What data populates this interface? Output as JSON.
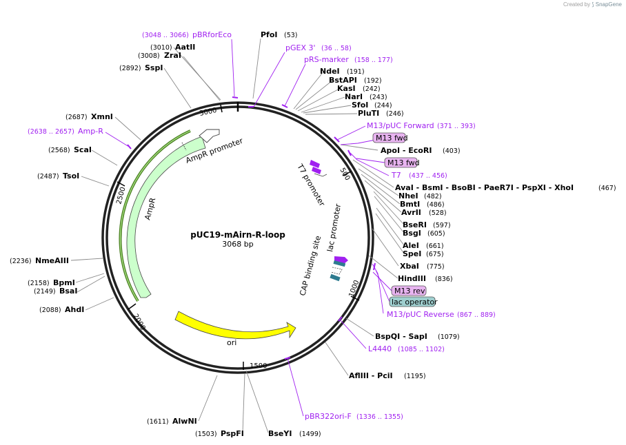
{
  "credit": {
    "prefix": "Created by",
    "brand": "SnapGene"
  },
  "plasmid": {
    "name": "pUC19-mAirn-R-loop",
    "length": "3068 bp"
  },
  "ticks": [
    "500",
    "1000",
    "1500",
    "2000",
    "2500",
    "3000"
  ],
  "features": {
    "ampr": "AmpR",
    "ampr_promoter": "AmpR promoter",
    "ori": "ori",
    "t7_promoter": "T7 promoter",
    "lac_promoter": "lac promoter",
    "cap_site": "CAP binding site"
  },
  "right_enzymes": [
    {
      "name": "PfoI",
      "pos": "(53)"
    },
    {
      "name": "NdeI",
      "pos": "(191)"
    },
    {
      "name": "BstAPI",
      "pos": "(192)"
    },
    {
      "name": "KasI",
      "pos": "(242)"
    },
    {
      "name": "NarI",
      "pos": "(243)"
    },
    {
      "name": "SfoI",
      "pos": "(244)"
    },
    {
      "name": "PluTI",
      "pos": "(246)"
    },
    {
      "name": "ApoI - EcoRI",
      "pos": "(403)"
    },
    {
      "name": "AvaI - BsmI - BsoBI - PaeR7I - PspXI - XhoI",
      "pos": "(467)"
    },
    {
      "name": "NheI",
      "pos": "(482)"
    },
    {
      "name": "BmtI",
      "pos": "(486)"
    },
    {
      "name": "AvrII",
      "pos": "(528)"
    },
    {
      "name": "BseRI",
      "pos": "(597)"
    },
    {
      "name": "BsgI",
      "pos": "(605)"
    },
    {
      "name": "AleI",
      "pos": "(661)"
    },
    {
      "name": "SpeI",
      "pos": "(675)"
    },
    {
      "name": "XbaI",
      "pos": "(775)"
    },
    {
      "name": "HindIII",
      "pos": "(836)"
    },
    {
      "name": "BspQI - SapI",
      "pos": "(1079)"
    },
    {
      "name": "AflIII - PciI",
      "pos": "(1195)"
    },
    {
      "name": "BseYI",
      "pos": "(1499)"
    }
  ],
  "left_enzymes": [
    {
      "name": "AatII",
      "pos": "(3010)"
    },
    {
      "name": "ZraI",
      "pos": "(3008)"
    },
    {
      "name": "SspI",
      "pos": "(2892)"
    },
    {
      "name": "XmnI",
      "pos": "(2687)"
    },
    {
      "name": "ScaI",
      "pos": "(2568)"
    },
    {
      "name": "TsoI",
      "pos": "(2487)"
    },
    {
      "name": "NmeAIII",
      "pos": "(2236)"
    },
    {
      "name": "BpmI",
      "pos": "(2158)"
    },
    {
      "name": "BsaI",
      "pos": "(2149)"
    },
    {
      "name": "AhdI",
      "pos": "(2088)"
    },
    {
      "name": "AlwNI",
      "pos": "(1611)"
    },
    {
      "name": "PspFI",
      "pos": "(1503)"
    }
  ],
  "primers": [
    {
      "name": "pBRforEco",
      "range": "(3048 .. 3066)"
    },
    {
      "name": "pGEX 3'",
      "range": "(36 .. 58)"
    },
    {
      "name": "pRS-marker",
      "range": "(158 .. 177)"
    },
    {
      "name": "M13/pUC Forward",
      "range": "(371 .. 393)"
    },
    {
      "name": "T7",
      "range": "(437 .. 456)"
    },
    {
      "name": "M13/pUC Reverse",
      "range": "(867 .. 889)"
    },
    {
      "name": "L4440",
      "range": "(1085 .. 1102)"
    },
    {
      "name": "pBR322ori-F",
      "range": "(1336 .. 1355)"
    },
    {
      "name": "Amp-R",
      "range": "(2638 .. 2657)"
    }
  ],
  "boxes": [
    {
      "name": "M13 fwd"
    },
    {
      "name": "M13 fwd"
    },
    {
      "name": "M13 rev"
    },
    {
      "name": "lac operator"
    }
  ],
  "colors": {
    "primer": "#a020f0",
    "ampr": "#ccffcc",
    "ori": "#ffff00",
    "box_purple": "#e8b4f0",
    "box_teal": "#9fcfcf"
  }
}
